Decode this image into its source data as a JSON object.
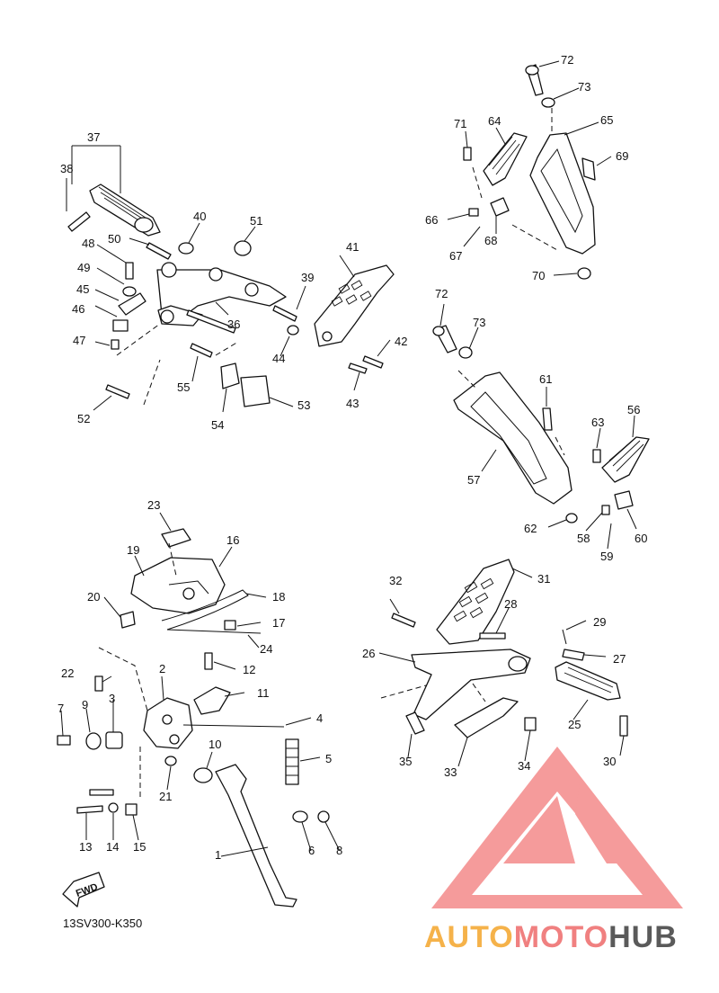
{
  "diagram": {
    "code_label": "13SV300-K350",
    "fwd_label": "FWD",
    "callouts": [
      {
        "n": "1"
      },
      {
        "n": "2"
      },
      {
        "n": "3"
      },
      {
        "n": "4"
      },
      {
        "n": "5"
      },
      {
        "n": "6"
      },
      {
        "n": "7"
      },
      {
        "n": "8"
      },
      {
        "n": "9"
      },
      {
        "n": "10"
      },
      {
        "n": "11"
      },
      {
        "n": "12"
      },
      {
        "n": "13"
      },
      {
        "n": "14"
      },
      {
        "n": "15"
      },
      {
        "n": "16"
      },
      {
        "n": "17"
      },
      {
        "n": "18"
      },
      {
        "n": "19"
      },
      {
        "n": "20"
      },
      {
        "n": "21"
      },
      {
        "n": "22"
      },
      {
        "n": "23"
      },
      {
        "n": "24"
      },
      {
        "n": "25"
      },
      {
        "n": "26"
      },
      {
        "n": "27"
      },
      {
        "n": "28"
      },
      {
        "n": "29"
      },
      {
        "n": "30"
      },
      {
        "n": "31"
      },
      {
        "n": "32"
      },
      {
        "n": "33"
      },
      {
        "n": "34"
      },
      {
        "n": "35"
      },
      {
        "n": "36"
      },
      {
        "n": "37"
      },
      {
        "n": "38"
      },
      {
        "n": "39"
      },
      {
        "n": "40"
      },
      {
        "n": "41"
      },
      {
        "n": "42"
      },
      {
        "n": "43"
      },
      {
        "n": "44"
      },
      {
        "n": "45"
      },
      {
        "n": "46"
      },
      {
        "n": "47"
      },
      {
        "n": "48"
      },
      {
        "n": "49"
      },
      {
        "n": "50"
      },
      {
        "n": "51"
      },
      {
        "n": "52"
      },
      {
        "n": "53"
      },
      {
        "n": "54"
      },
      {
        "n": "55"
      },
      {
        "n": "56"
      },
      {
        "n": "57"
      },
      {
        "n": "58"
      },
      {
        "n": "59"
      },
      {
        "n": "60"
      },
      {
        "n": "61"
      },
      {
        "n": "62"
      },
      {
        "n": "63"
      },
      {
        "n": "64"
      },
      {
        "n": "65"
      },
      {
        "n": "66"
      },
      {
        "n": "67"
      },
      {
        "n": "68"
      },
      {
        "n": "69"
      },
      {
        "n": "70"
      },
      {
        "n": "71"
      },
      {
        "n": "72"
      },
      {
        "n": "73"
      },
      {
        "n": "72"
      },
      {
        "n": "73"
      }
    ]
  },
  "watermark": {
    "part1": "AUTO",
    "part2": "MOTO",
    "part3": "HUB",
    "colors": {
      "logo": "#f06a6a",
      "auto": "#f5b24a",
      "moto": "#f08080",
      "hub": "#555555"
    }
  }
}
